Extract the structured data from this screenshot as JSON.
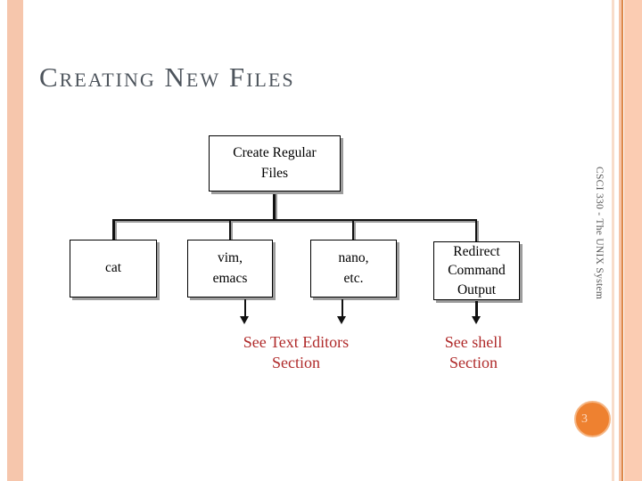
{
  "slide": {
    "title": "Creating New Files",
    "page_number": "3",
    "course_label_vertical": "CSCI 330 - The UNIX System"
  },
  "diagram": {
    "root": {
      "label": "Create Regular\nFiles"
    },
    "children": [
      {
        "id": "cat",
        "label": "cat"
      },
      {
        "id": "vim-emacs",
        "label": "vim,\nemacs"
      },
      {
        "id": "nano-etc",
        "label": "nano,\netc."
      },
      {
        "id": "redirect-command-output",
        "label": "Redirect\nCommand\nOutput"
      }
    ],
    "annotations": [
      {
        "id": "text-editors-note",
        "label": "See Text Editors\nSection"
      },
      {
        "id": "shell-note",
        "label": "See shell\nSection"
      }
    ]
  },
  "colors": {
    "accent_bar_salmon": "#f6c6ac",
    "accent_band_peach": "#fbccb2",
    "accent_line_orange": "#dc884a",
    "page_circle_orange": "#ee8130",
    "note_text_red": "#b02b2b",
    "title_text_gray": "#4d545c",
    "sidebar_text_gray": "#595959",
    "box_shadow_gray": "#9c9c9c"
  }
}
